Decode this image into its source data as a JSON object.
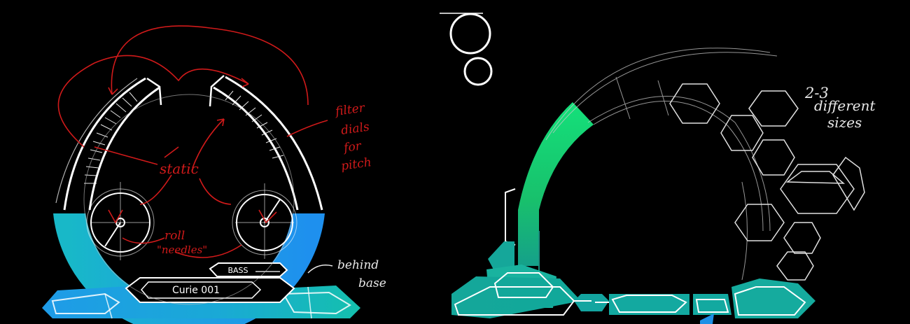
{
  "left_sketch": {
    "annotations": {
      "filter_line1": "filter",
      "filter_line2": "dials",
      "filter_line3": "for",
      "filter_line4": "pitch",
      "static": "static",
      "roll": "roll",
      "needles": "\"needles\"",
      "behind": "behind",
      "base": "base"
    },
    "base_labels": {
      "bass": "BASS",
      "name": "Curie 001"
    }
  },
  "right_sketch": {
    "annotations": {
      "sizes_line1": "2-3",
      "sizes_line2": "different",
      "sizes_line3": "sizes"
    }
  },
  "colors": {
    "blue": "#1e9be8",
    "teal": "#16b5b0",
    "green": "#18d86a",
    "red_ink": "#d01a1a",
    "white_line": "#ffffff"
  }
}
